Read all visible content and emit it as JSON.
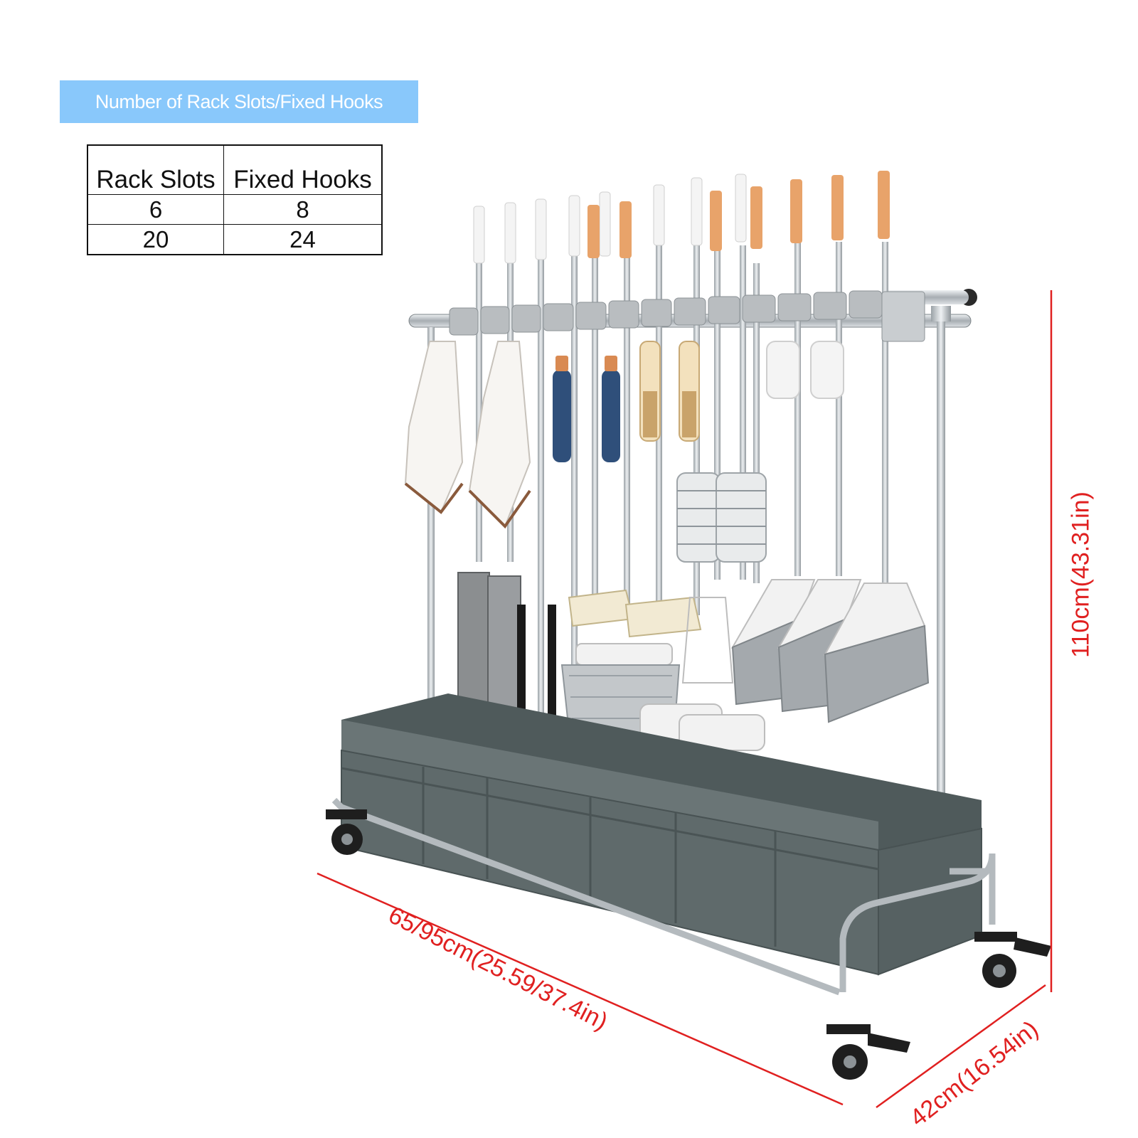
{
  "banner": {
    "text": "Number of Rack Slots/Fixed Hooks"
  },
  "spec_table": {
    "headers": [
      "Rack Slots",
      "Fixed Hooks"
    ],
    "rows": [
      [
        "6",
        "8"
      ],
      [
        "20",
        "24"
      ]
    ]
  },
  "dimensions": {
    "height": "110cm(43.31in)",
    "width": "65/95cm(25.59/37.4in)",
    "depth": "42cm(16.54in)"
  },
  "colors": {
    "banner": "#89c8fb",
    "dimension": "#e02020",
    "tray": "#5f6a6b",
    "steel": "#c7ccd0"
  }
}
